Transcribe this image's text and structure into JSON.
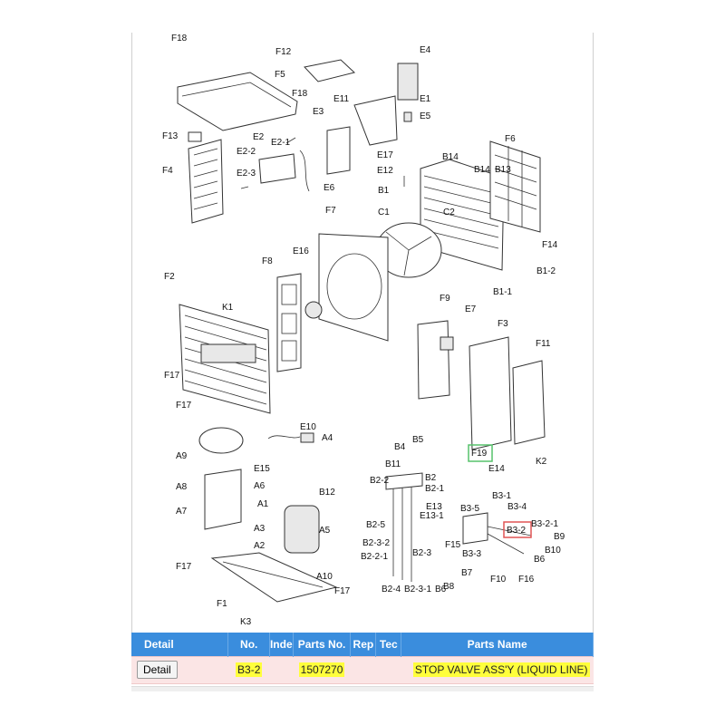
{
  "labels": {
    "F18a": "F18",
    "F12": "F12",
    "E4": "E4",
    "F5": "F5",
    "F18b": "F18",
    "E11": "E11",
    "E1": "E1",
    "E3": "E3",
    "E5": "E5",
    "F13": "F13",
    "E2": "E2",
    "E2-1": "E2-1",
    "E17": "E17",
    "E2-2": "E2-2",
    "E12": "E12",
    "B14a": "B14",
    "F6": "F6",
    "F4": "F4",
    "E2-3": "E2-3",
    "E6": "E6",
    "B14b": "B14",
    "B13": "B13",
    "B1": "B1",
    "C1": "C1",
    "C2": "C2",
    "F7": "F7",
    "F14": "F14",
    "F8": "F8",
    "E16": "E16",
    "B1-2": "B1-2",
    "F2": "F2",
    "B1-1": "B1-1",
    "K1": "K1",
    "F9": "F9",
    "E7": "E7",
    "F3": "F3",
    "F11": "F11",
    "F17a": "F17",
    "F17b": "F17",
    "E10": "E10",
    "A4": "A4",
    "B5": "B5",
    "B4": "B4",
    "A9": "A9",
    "F19": "F19",
    "K2": "K2",
    "B11": "B11",
    "E14": "E14",
    "E15": "E15",
    "B2": "B2",
    "A8": "A8",
    "A6": "A6",
    "B2-2": "B2-2",
    "B2-1": "B2-1",
    "B12": "B12",
    "B3-1": "B3-1",
    "A1": "A1",
    "E13": "E13",
    "B3-5": "B3-5",
    "B3-4": "B3-4",
    "A7": "A7",
    "E13-1": "E13-1",
    "B3-2": "B3-2",
    "B3-2-1": "B3-2-1",
    "A5": "A5",
    "A3": "A3",
    "B2-5": "B2-5",
    "B9": "B9",
    "A2": "A2",
    "B2-3-2": "B2-3-2",
    "F15": "F15",
    "B10": "B10",
    "B2-2-1": "B2-2-1",
    "B2-3": "B2-3",
    "B3-3": "B3-3",
    "B6": "B6",
    "F17c": "F17",
    "B7": "B7",
    "F16": "F16",
    "F10": "F10",
    "A10": "A10",
    "B8": "B8",
    "F1": "F1",
    "F17d": "F17",
    "B2-4": "B2-4",
    "B2-3-1": "B2-3-1",
    "B6b": "B6",
    "K3": "K3"
  },
  "table": {
    "headers": [
      "Detail",
      "No.",
      "Inde",
      "Parts No.",
      "Rep",
      "Tec",
      "Parts Name"
    ],
    "row": {
      "button": "Detail",
      "no": "B3-2",
      "parts_no": "1507270",
      "parts_name": "STOP VALVE ASS'Y (LIQUID LINE)"
    }
  },
  "colors": {
    "header_bg": "#3a8ddd",
    "row_bg": "#fbe5e5",
    "highlight": "#ffff3b",
    "green_box": "#57c26b",
    "red_box": "#e05555"
  }
}
